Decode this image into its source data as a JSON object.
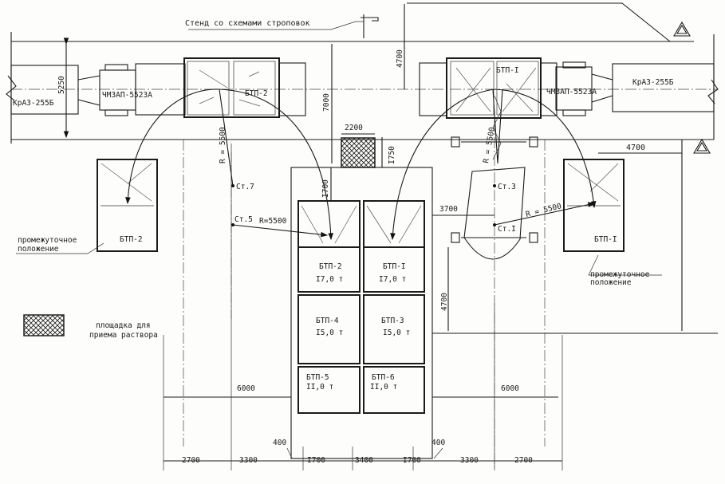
{
  "title": "Стенд со схемами строповок",
  "vehicles": {
    "truck_left": "КрАЗ-255Б",
    "trailer_left": "ЧМЗАП-5523А",
    "block_left": "БТП-2",
    "truck_right": "КрАЗ-255Б",
    "trailer_right": "ЧМЗАП-5523А",
    "block_right": "БТП-I"
  },
  "dimensions": {
    "top_4700": "4700",
    "d5250": "5250",
    "d7000": "7000",
    "d2200": "2200",
    "d1750": "I750",
    "d1700v": "I700",
    "right_4700": "4700",
    "d3700": "3700",
    "v4700": "4700",
    "left_6000": "6000",
    "right_6000": "6000",
    "left_400": "400",
    "right_400": "400",
    "bottom": [
      "2700",
      "3300",
      "I700",
      "3400",
      "I700",
      "3300",
      "2700"
    ]
  },
  "cranes": {
    "r_left_vertical": "R = 5500",
    "st7": "Ст.7",
    "st5": "Ст.5",
    "r_left_horizontal": "R=5500",
    "st3": "Ст.3",
    "st1": "Ст.I",
    "r_right_vertical": "R = 5500",
    "r_right_diag": "R = 5500"
  },
  "intermediate": {
    "left_block": "БТП-2",
    "left_note": [
      "промежуточное",
      "положение"
    ],
    "right_block": "БТП-I",
    "right_note": [
      "промежуточное",
      "положение"
    ]
  },
  "stack": [
    {
      "name": "БТП-2",
      "weight": "I7,0 т"
    },
    {
      "name": "БТП-I",
      "weight": "I7,0 т"
    },
    {
      "name": "БТП-4",
      "weight": "I5,0 т"
    },
    {
      "name": "БТП-3",
      "weight": "I5,0 т"
    },
    {
      "name": "БТП-5",
      "weight": "II,0 т"
    },
    {
      "name": "БТП-6",
      "weight": "II,0 т"
    }
  ],
  "legend": [
    "площадка для",
    "приема раствора"
  ]
}
